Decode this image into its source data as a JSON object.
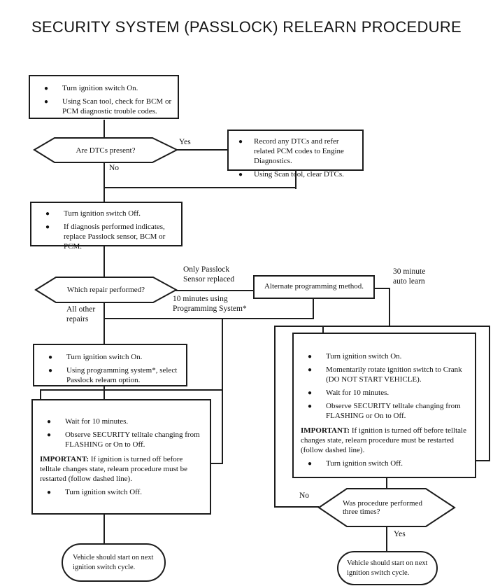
{
  "title": "SECURITY SYSTEM (PASSLOCK) RELEARN PROCEDURE",
  "colors": {
    "line": "#1c1c1c",
    "background": "#ffffff",
    "text": "#111111"
  },
  "nodes": {
    "check_codes": {
      "bullets": [
        "Turn ignition switch On.",
        "Using Scan tool, check for BCM or PCM diagnostic trouble codes."
      ]
    },
    "dtcs_present": {
      "text": "Are DTCs present?"
    },
    "record_dtcs": {
      "bullets": [
        "Record any DTCs and refer related PCM codes to Engine Diagnostics.",
        "Using Scan tool, clear DTCs."
      ]
    },
    "switch_off": {
      "bullets": [
        "Turn ignition switch Off.",
        "If diagnosis performed indicates, replace Passlock sensor, BCM or PCM."
      ]
    },
    "which_repair": {
      "text": "Which repair performed?"
    },
    "alternate_method": {
      "text": "Alternate programming method."
    },
    "passlock_relearn": {
      "bullets": [
        "Turn ignition switch On.",
        "Using programming system*, select Passlock relearn option."
      ]
    },
    "left_wait_box": {
      "bullets": [
        "Wait for 10 minutes.",
        "Observe SECURITY telltale changing from FLASHING or On to Off."
      ],
      "important_label": "IMPORTANT:",
      "important_text": "If ignition is turned off before telltale changes state, relearn procedure must be restarted (follow dashed line).",
      "final_bullet": "Turn ignition switch Off."
    },
    "right_crank_box": {
      "bullets": [
        "Turn ignition switch On.",
        "Momentarily rotate ignition switch to Crank (DO NOT START VEHICLE).",
        "Wait for 10 minutes.",
        "Observe SECURITY telltale changing from FLASHING or On to Off."
      ],
      "important_label": "IMPORTANT:",
      "important_text": "If ignition is turned off before telltale changes state, relearn procedure must be restarted (follow dashed line).",
      "final_bullet": "Turn ignition switch Off."
    },
    "three_times": {
      "text": "Was procedure performed three times?"
    },
    "left_end": {
      "text": "Vehicle should start on next ignition switch cycle."
    },
    "right_end": {
      "text": "Vehicle should start on next ignition switch cycle."
    }
  },
  "edge_labels": {
    "yes_dtcs": "Yes",
    "no_dtcs": "No",
    "only_passlock": "Only Passlock Sensor replaced",
    "ten_minutes": "10 minutes using Programming System*",
    "all_other": "All other repairs",
    "thirty_minute": "30 minute auto learn",
    "no_three": "No",
    "yes_three": "Yes"
  }
}
